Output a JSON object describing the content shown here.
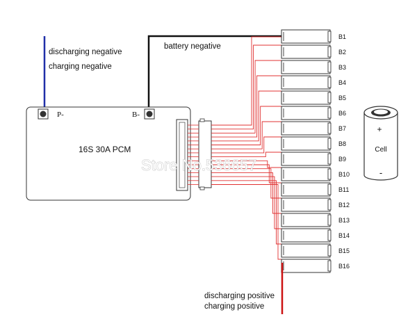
{
  "labels": {
    "discharging_negative": "discharging negative",
    "charging_negative": "charging negative",
    "battery_negative": "battery negative",
    "p_minus": "P-",
    "b_minus": "B-",
    "board": "16S 30A PCM",
    "discharging_positive": "discharging positive",
    "charging_positive": "charging positive",
    "cell": "Cell",
    "cell_plus": "+",
    "cell_minus": "-",
    "watermark": "Store No.536657"
  },
  "cells": [
    "B1",
    "B2",
    "B3",
    "B4",
    "B5",
    "B6",
    "B7",
    "B8",
    "B9",
    "B10",
    "B11",
    "B12",
    "B13",
    "B14",
    "B15",
    "B16"
  ],
  "colors": {
    "negative_wire": "#1f2fa8",
    "positive_wire": "#cc1111",
    "balance_wire": "#e03030",
    "battery_negative_wire": "#111111"
  }
}
